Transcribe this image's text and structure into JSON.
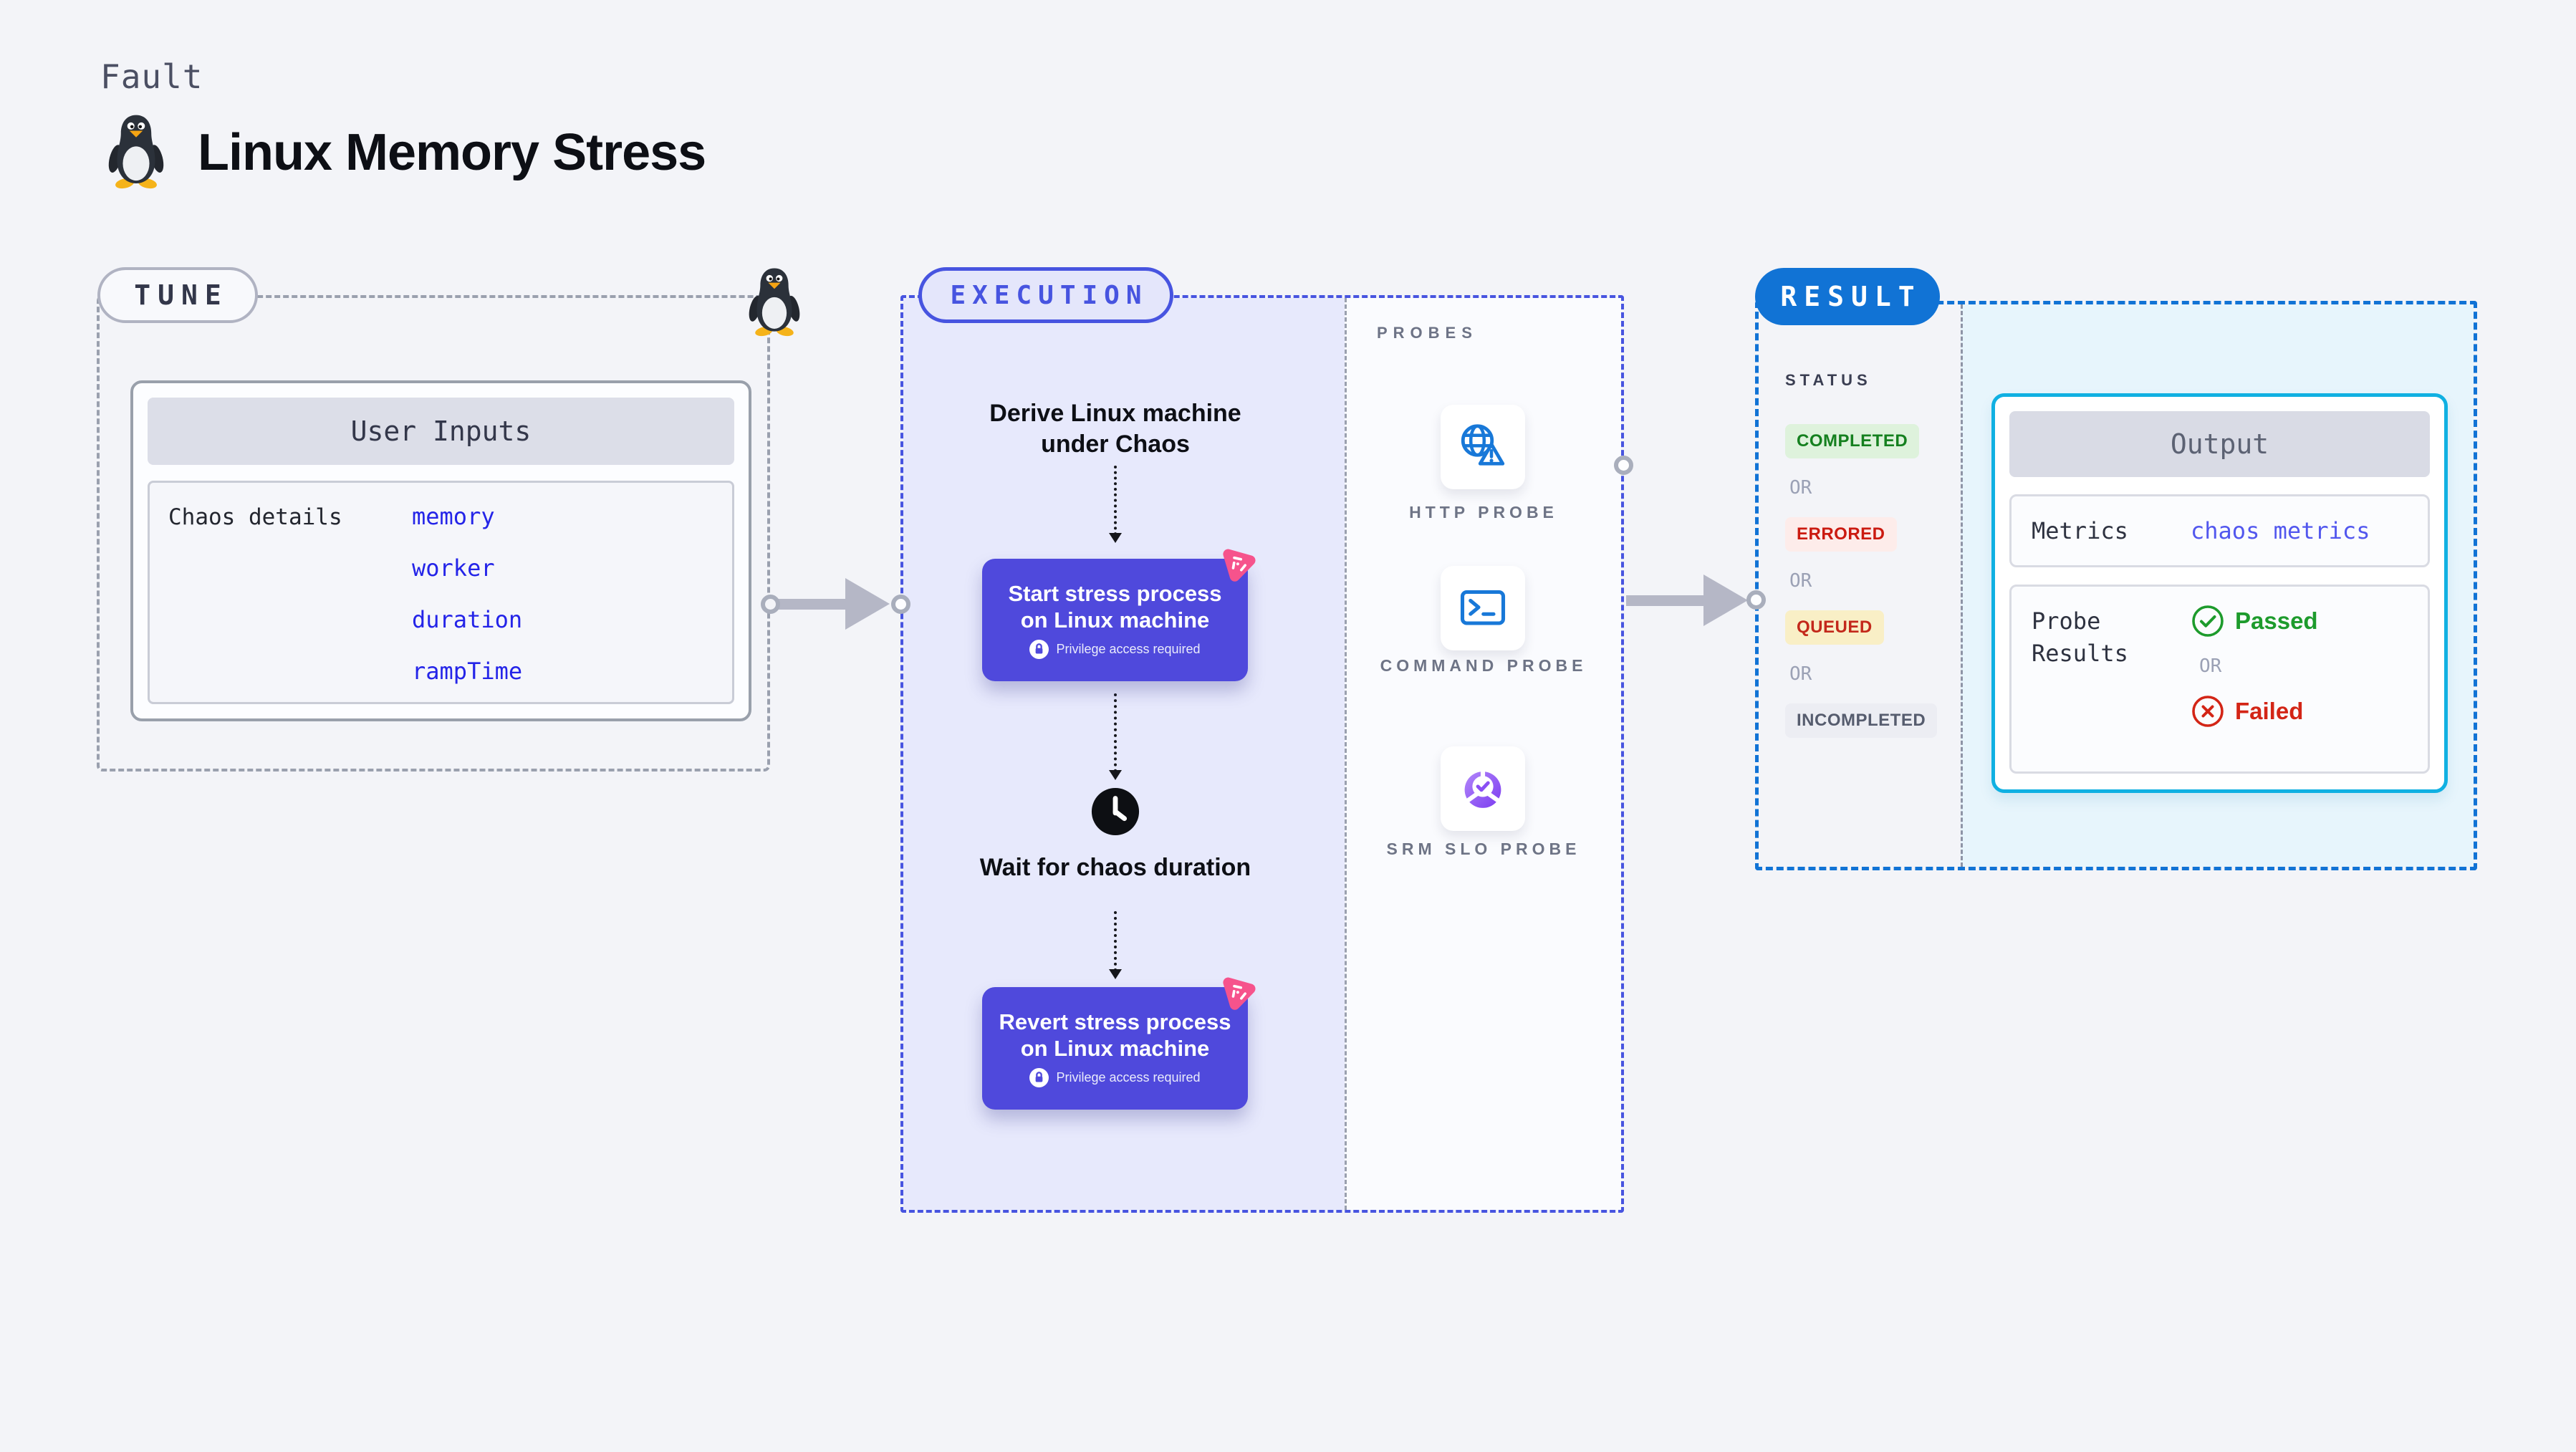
{
  "header": {
    "kicker": "Fault",
    "title": "Linux Memory Stress"
  },
  "tune": {
    "label": "TUNE",
    "user_inputs": {
      "title": "User Inputs",
      "field_label": "Chaos details",
      "values": [
        "memory",
        "worker",
        "duration",
        "rampTime"
      ]
    }
  },
  "execution": {
    "label": "EXECUTION",
    "entry_text": "Derive Linux machine under Chaos",
    "start_node": {
      "title": "Start stress process on Linux machine",
      "badge": "Privilege access required"
    },
    "wait_text": "Wait for chaos duration",
    "revert_node": {
      "title": "Revert stress process on Linux machine",
      "badge": "Privilege access required"
    }
  },
  "probes": {
    "label": "PROBES",
    "items": [
      {
        "name": "HTTP PROBE",
        "icon": "http-probe-icon"
      },
      {
        "name": "COMMAND PROBE",
        "icon": "command-probe-icon"
      },
      {
        "name": "SRM SLO PROBE",
        "icon": "srm-slo-probe-icon"
      }
    ]
  },
  "result": {
    "label": "RESULT",
    "status_title": "STATUS",
    "or_label": "OR",
    "statuses": [
      {
        "text": "COMPLETED",
        "type": "completed"
      },
      {
        "text": "ERRORED",
        "type": "errored"
      },
      {
        "text": "QUEUED",
        "type": "queued"
      },
      {
        "text": "INCOMPLETED",
        "type": "incompleted"
      }
    ],
    "output": {
      "title": "Output",
      "metrics_label": "Metrics",
      "metrics_value": "chaos metrics",
      "probe_results_label": "Probe Results",
      "passed": "Passed",
      "or_label": "OR",
      "failed": "Failed"
    }
  },
  "colors": {
    "page_bg": "#f3f4f8",
    "accent_indigo": "#4754e0",
    "node_bg": "#4f49dc",
    "lavender": "#e7e9fc",
    "result_blue": "#1173d5",
    "cyan_bg": "#e7f5fc",
    "output_border": "#10b0e2",
    "value_blue": "#2424e8",
    "link_blue": "#5257ee",
    "pink": "#f6538c",
    "green": "#1d9b2c",
    "red": "#d32516",
    "arrow_gray": "#b5b7c6",
    "border_gray": "#9aa0ae",
    "probe_blue": "#1878d8"
  }
}
